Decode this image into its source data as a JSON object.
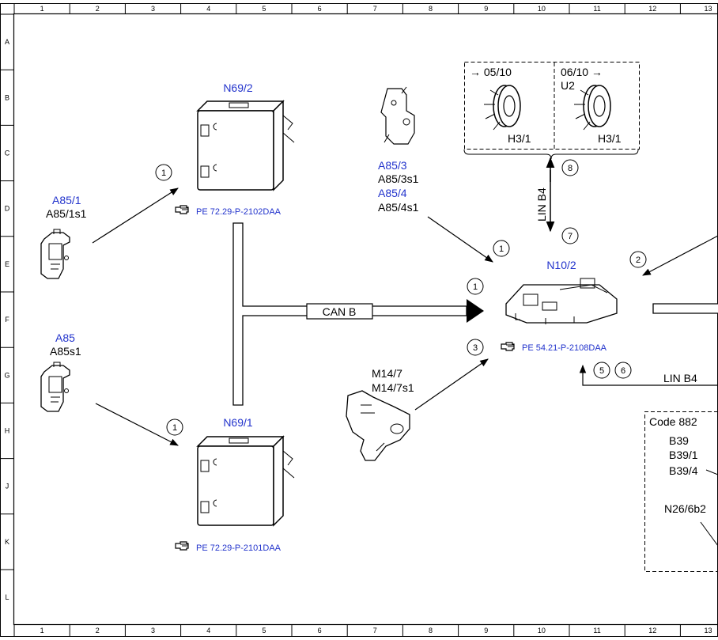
{
  "rulers": {
    "columns": [
      "1",
      "2",
      "3",
      "4",
      "5",
      "6",
      "7",
      "8",
      "9",
      "10",
      "11",
      "12",
      "13"
    ],
    "rows": [
      "A",
      "B",
      "C",
      "D",
      "E",
      "F",
      "G",
      "H",
      "J",
      "K",
      "L"
    ]
  },
  "colors": {
    "component_label": "#2233cc",
    "line": "#000000"
  },
  "components": {
    "n69_2": {
      "label": "N69/2",
      "ref": "PE 72.29-P-2102DAA"
    },
    "n69_1": {
      "label": "N69/1",
      "ref": "PE 72.29-P-2101DAA"
    },
    "n10_2": {
      "label": "N10/2",
      "ref": "PE 54.21-P-2108DAA"
    },
    "a85_1": {
      "label": "A85/1",
      "sub": "A85/1s1"
    },
    "a85": {
      "label": "A85",
      "sub": "A85s1"
    },
    "a85_3": {
      "label": "A85/3",
      "sub": "A85/3s1",
      "label2": "A85/4",
      "sub2": "A85/4s1"
    },
    "m14_7": {
      "label": "M14/7",
      "sub": "M14/7s1"
    },
    "h3_1_left": {
      "label": "H3/1",
      "note": "→ 05/10"
    },
    "h3_1_right": {
      "label": "H3/1",
      "note": "06/10 →",
      "note2": "U2"
    },
    "code882": {
      "title": "Code 882",
      "items": [
        "B39",
        "B39/1",
        "B39/4"
      ],
      "n26": "N26/6b2"
    }
  },
  "bus": {
    "can_b": "CAN B",
    "lin_b4_vertical": "LIN B4",
    "lin_b4_horizontal": "LIN B4"
  },
  "circles": {
    "c1_top": "1",
    "c1_bottom": "1",
    "c1_a85_3": "1",
    "c1_canb": "1",
    "c2": "2",
    "c3": "3",
    "c5": "5",
    "c6": "6",
    "c7": "7",
    "c8": "8"
  },
  "ref_icon": "pointing-hand-icon"
}
